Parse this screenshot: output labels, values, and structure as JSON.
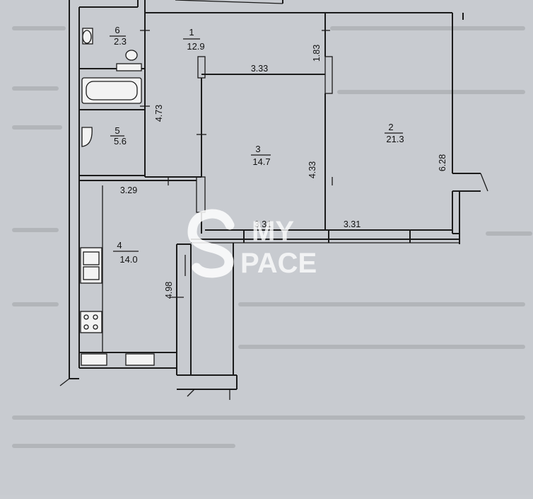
{
  "watermark": {
    "line1": "MY",
    "line2": "PACE"
  },
  "rooms": [
    {
      "number": "1",
      "area": "12.9"
    },
    {
      "number": "2",
      "area": "21.3"
    },
    {
      "number": "3",
      "area": "14.7"
    },
    {
      "number": "4",
      "area": "14.0"
    },
    {
      "number": "5",
      "area": "5.6"
    },
    {
      "number": "6",
      "area": "2.3"
    }
  ],
  "dimensions": {
    "d_1_83": "1.83",
    "d_3_33": "3.33",
    "d_4_73": "4.73",
    "d_4_33": "4.33",
    "d_6_28": "6.28",
    "d_3_29": "3.29",
    "d_3_31_left": "3.31",
    "d_3_31_right": "3.31",
    "d_4_98": "4.98"
  },
  "icons": [
    "toilet-icon",
    "sink-icon",
    "bathtub-icon",
    "kitchen-sink-icon",
    "stove-icon",
    "radiator-icon",
    "watermark-logo-icon"
  ]
}
